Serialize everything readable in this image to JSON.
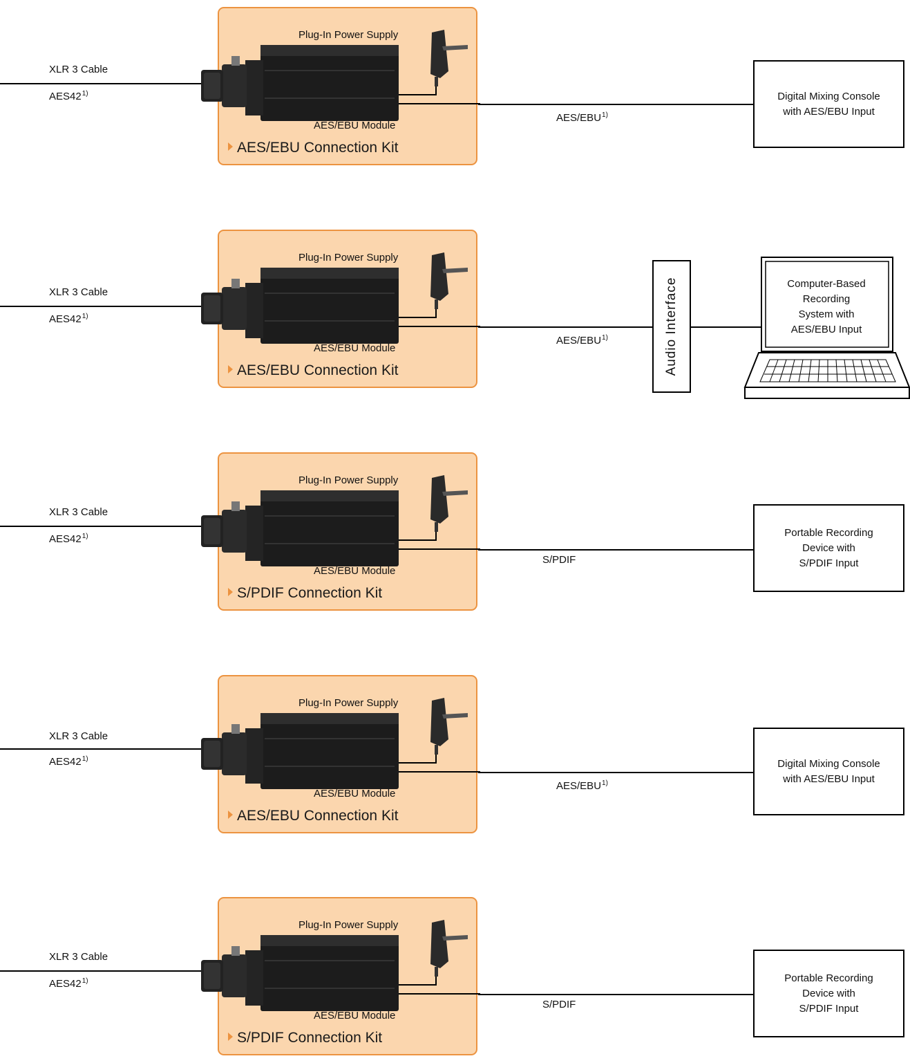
{
  "labels": {
    "cable": "XLR 3 Cable",
    "aes42": "AES42",
    "footnote": "1)",
    "power": "Plug-In Power Supply",
    "module": "AES/EBU Module",
    "aesebu": "AES/EBU",
    "spdif": "S/PDIF",
    "audio_interface": "Audio  Interface"
  },
  "rows": [
    {
      "kit": "AES/EBU Connection Kit",
      "output": "AES/EBU",
      "output_footnote": "1)",
      "target_lines": [
        "Digital Mixing Console",
        "with AES/EBU Input"
      ]
    },
    {
      "kit": "AES/EBU Connection Kit",
      "output": "AES/EBU",
      "output_footnote": "1)",
      "target_lines": [
        "Computer-Based",
        "Recording",
        "System with",
        "AES/EBU Input"
      ]
    },
    {
      "kit": "S/PDIF Connection Kit",
      "output": "S/PDIF",
      "output_footnote": "",
      "target_lines": [
        "Portable Recording",
        "Device with",
        "S/PDIF Input"
      ]
    },
    {
      "kit": "AES/EBU Connection Kit",
      "output": "AES/EBU",
      "output_footnote": "1)",
      "target_lines": [
        "Digital Mixing Console",
        "with AES/EBU Input"
      ]
    },
    {
      "kit": "S/PDIF Connection Kit",
      "output": "S/PDIF",
      "output_footnote": "",
      "target_lines": [
        "Portable Recording",
        "Device with",
        "S/PDIF Input"
      ]
    }
  ],
  "colors": {
    "kit_fill": "#fbd6ae",
    "kit_border": "#ec9340",
    "arrow": "#ec9340",
    "line": "#000000"
  }
}
